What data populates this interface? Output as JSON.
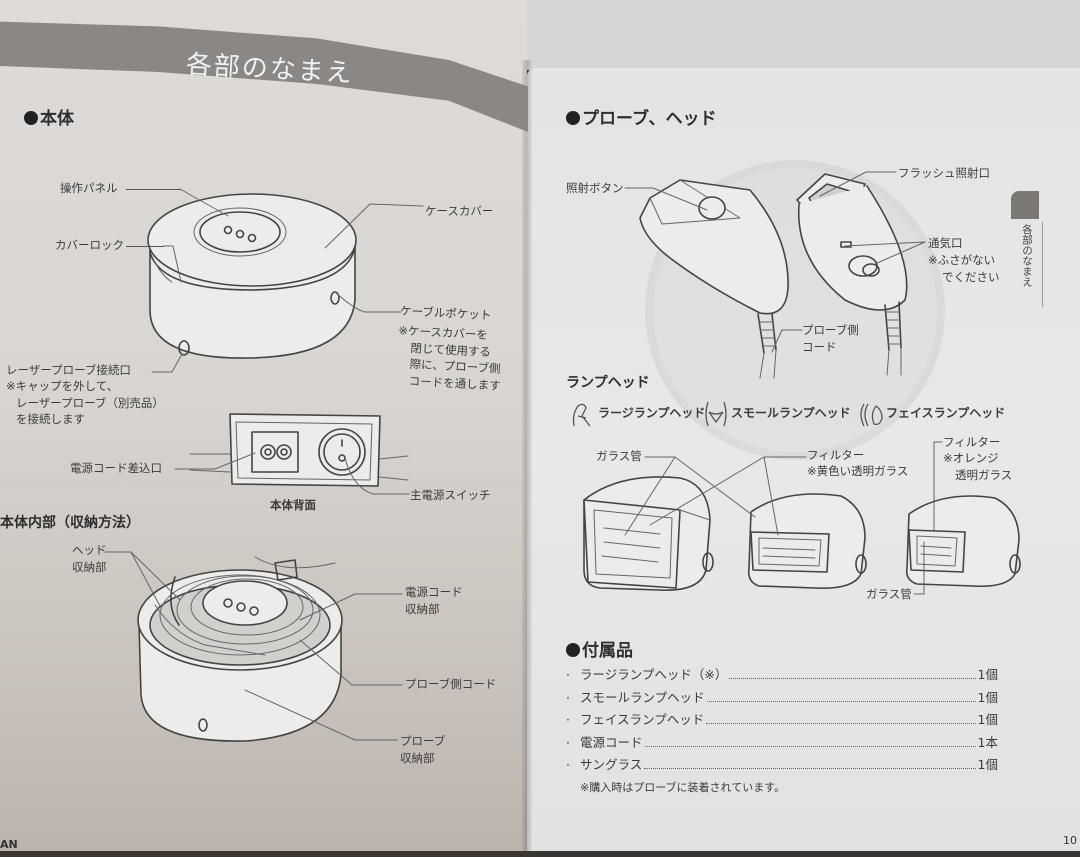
{
  "header": {
    "title": "各部のなまえ"
  },
  "side_tab": {
    "label": "各部のなまえ"
  },
  "left_page": {
    "section_main_body": {
      "title": "本体",
      "labels": {
        "control_panel": "操作パネル",
        "cover_lock": "カバーロック",
        "case_cover": "ケースカバー",
        "cable_pocket": "ケーブルポケット",
        "cable_pocket_note": [
          "※ケースカバーを",
          "閉じて使用する",
          "際に、プローブ側",
          "コードを通します"
        ],
        "laser_probe_port": "レーザープローブ接続口",
        "laser_probe_note": [
          "※キャップを外して、",
          "レーザープローブ（別売品）",
          "を接続します"
        ],
        "power_cord_inlet": "電源コード差込口",
        "main_power_switch": "主電源スイッチ",
        "rear_caption": "本体背面"
      }
    },
    "section_storage": {
      "title": "本体内部（収納方法）",
      "labels": {
        "head_storage": [
          "ヘッド",
          "収納部"
        ],
        "power_cord_storage": [
          "電源コード",
          "収納部"
        ],
        "probe_side_cord": "プローブ側コード",
        "probe_storage": [
          "プローブ",
          "収納部"
        ]
      }
    },
    "footer_text": "AN"
  },
  "right_page": {
    "section_probe_head": {
      "title": "プローブ、ヘッド",
      "labels": {
        "irradiation_button": "照射ボタン",
        "flash_window": "フラッシュ照射口",
        "vent": "通気口",
        "vent_note": [
          "※ふさがない",
          "でください"
        ],
        "probe_cord": [
          "プローブ側",
          "コード"
        ]
      }
    },
    "lamp_heads": {
      "title": "ランプヘッド",
      "types": [
        {
          "icon": "body-silhouette-icon",
          "label": "ラージランプヘッド"
        },
        {
          "icon": "bikini-silhouette-icon",
          "label": "スモールランプヘッド"
        },
        {
          "icon": "face-silhouette-icon",
          "label": "フェイスランプヘッド"
        }
      ],
      "labels": {
        "glass_tube": "ガラス管",
        "filter_yellow": "フィルター",
        "filter_yellow_note": "※黄色い透明ガラス",
        "filter_orange": "フィルター",
        "filter_orange_note": [
          "※オレンジ",
          "透明ガラス"
        ],
        "glass_tube_2": "ガラス管"
      }
    },
    "section_accessories": {
      "title": "付属品",
      "items": [
        {
          "name": "ラージランプヘッド（※）",
          "qty": "1個"
        },
        {
          "name": "スモールランプヘッド",
          "qty": "1個"
        },
        {
          "name": "フェイスランプヘッド",
          "qty": "1個"
        },
        {
          "name": "電源コード",
          "qty": "1本"
        },
        {
          "name": "サングラス",
          "qty": "1個"
        }
      ],
      "note": "※購入時はプローブに装着されています。"
    },
    "page_number": "10"
  }
}
